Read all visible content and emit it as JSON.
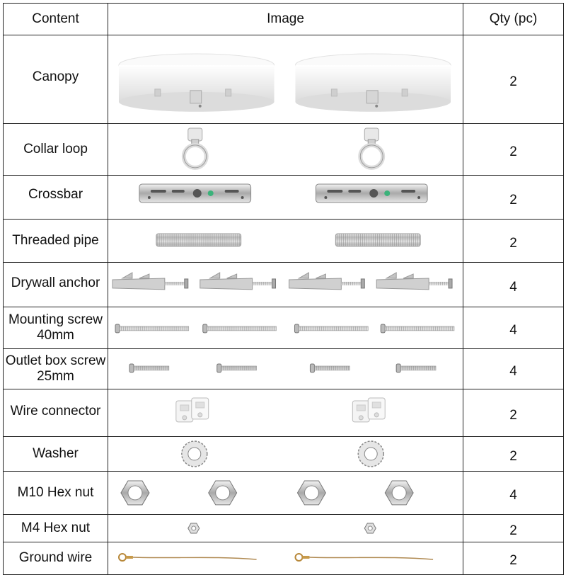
{
  "header": {
    "content": "Content",
    "image": "Image",
    "qty": "Qty (pc)"
  },
  "rows": [
    {
      "name": "Canopy",
      "qty": "2",
      "icon": "canopy-icon"
    },
    {
      "name": "Collar loop",
      "qty": "2",
      "icon": "collar-loop-icon"
    },
    {
      "name": "Crossbar",
      "qty": "2",
      "icon": "crossbar-icon"
    },
    {
      "name": "Threaded pipe",
      "qty": "2",
      "icon": "threaded-pipe-icon"
    },
    {
      "name": "Drywall anchor",
      "qty": "4",
      "icon": "drywall-anchor-icon"
    },
    {
      "name": "Mounting screw 40mm",
      "qty": "4",
      "icon": "mounting-screw-icon"
    },
    {
      "name": "Outlet box screw 25mm",
      "qty": "4",
      "icon": "outlet-box-screw-icon"
    },
    {
      "name": "Wire connector",
      "qty": "2",
      "icon": "wire-connector-icon"
    },
    {
      "name": "Washer",
      "qty": "2",
      "icon": "washer-icon"
    },
    {
      "name": "M10 Hex nut",
      "qty": "4",
      "icon": "m10-hex-nut-icon"
    },
    {
      "name": "M4 Hex nut",
      "qty": "2",
      "icon": "m4-hex-nut-icon"
    },
    {
      "name": "Ground wire",
      "qty": "2",
      "icon": "ground-wire-icon"
    }
  ]
}
